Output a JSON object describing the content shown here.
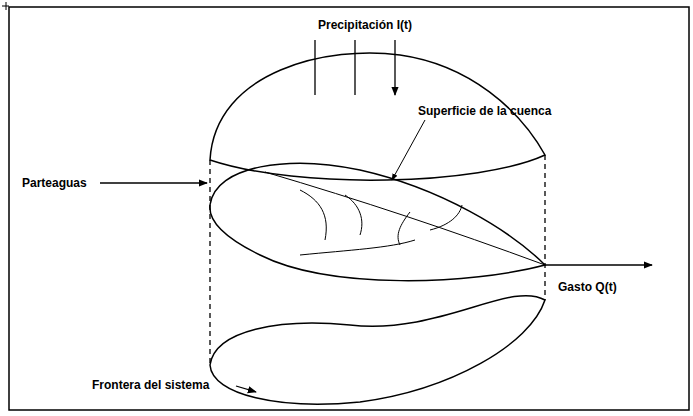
{
  "diagram": {
    "labels": [
      "Precipitación I(t)",
      "Parteaguas",
      "Superficie de la cuenca",
      "Gasto Q(t)",
      "Frontera del sistema"
    ]
  }
}
